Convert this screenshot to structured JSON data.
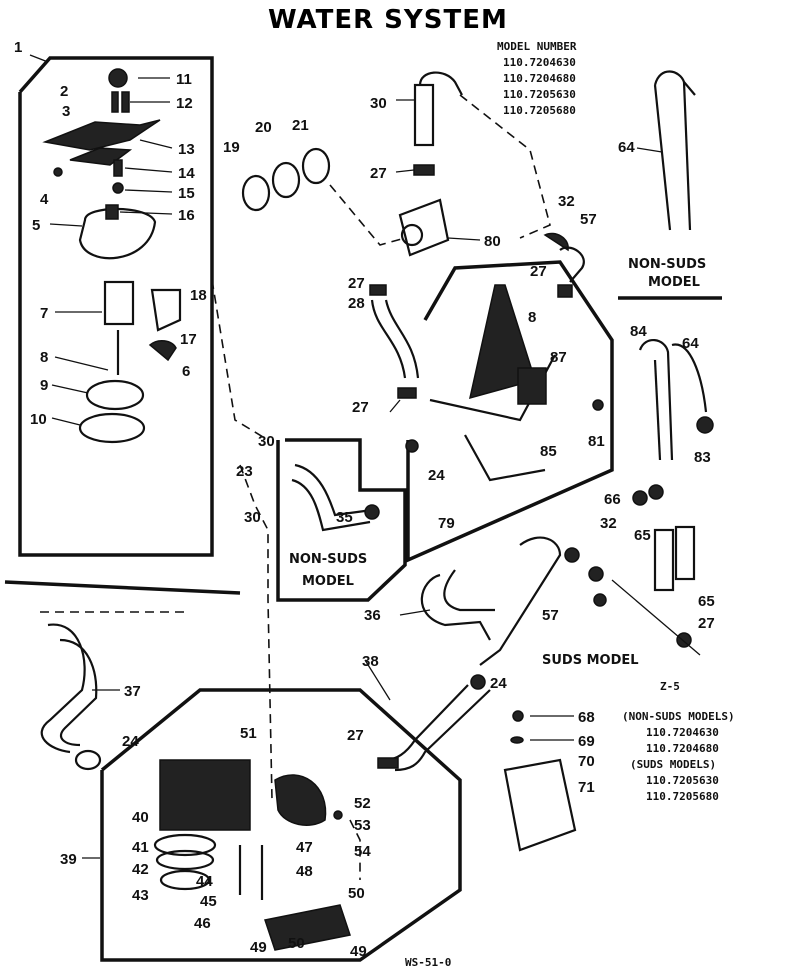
{
  "title": "WATER SYSTEM",
  "model_block": {
    "header": "MODEL NUMBER",
    "models": [
      "110.7204630",
      "110.7204680",
      "110.7205630",
      "110.7205680"
    ]
  },
  "notes": {
    "non_suds_model_a_line1": "NON-SUDS",
    "non_suds_model_a_line2": "MODEL",
    "non_suds_model_b_line1": "NON-SUDS",
    "non_suds_model_b_line2": "MODEL",
    "suds_model": "SUDS MODEL",
    "page_ref": "Z-5",
    "drawing_code": "WS-51-0"
  },
  "applicability": {
    "non_suds_header": "(NON-SUDS MODELS)",
    "non_suds_models": [
      "110.7204630",
      "110.7204680"
    ],
    "suds_header": "(SUDS MODELS)",
    "suds_models": [
      "110.7205630",
      "110.7205680"
    ]
  },
  "callouts": {
    "c1": "1",
    "c2": "2",
    "c3": "3",
    "c4": "4",
    "c5": "5",
    "c6": "6",
    "c7": "7",
    "c8": "8",
    "c9": "9",
    "c10": "10",
    "c11": "11",
    "c12": "12",
    "c13": "13",
    "c14": "14",
    "c15": "15",
    "c16": "16",
    "c17": "17",
    "c18": "18",
    "c19": "19",
    "c20": "20",
    "c21": "21",
    "c23": "23",
    "c24a": "24",
    "c24b": "24",
    "c24c": "24",
    "c27a": "27",
    "c27b": "27",
    "c27c": "27",
    "c27d": "27",
    "c27e": "27",
    "c27f": "27",
    "c28": "28",
    "c30a": "30",
    "c30b": "30",
    "c30c": "30",
    "c32a": "32",
    "c32b": "32",
    "c35": "35",
    "c36": "36",
    "c37": "37",
    "c38": "38",
    "c39": "39",
    "c40": "40",
    "c41": "41",
    "c42": "42",
    "c43": "43",
    "c44": "44",
    "c45": "45",
    "c46": "46",
    "c47": "47",
    "c48": "48",
    "c49a": "49",
    "c49b": "49",
    "c50a": "50",
    "c50b": "50",
    "c51": "51",
    "c52": "52",
    "c53": "53",
    "c54": "54",
    "c57a": "57",
    "c57b": "57",
    "c64a": "64",
    "c64b": "64",
    "c65a": "65",
    "c65b": "65",
    "c66": "66",
    "c68": "68",
    "c69": "69",
    "c70": "70",
    "c71": "71",
    "c79": "79",
    "c80": "80",
    "c81": "81",
    "c83": "83",
    "c84": "84",
    "c85": "85",
    "c87": "87",
    "c8b": "8"
  }
}
